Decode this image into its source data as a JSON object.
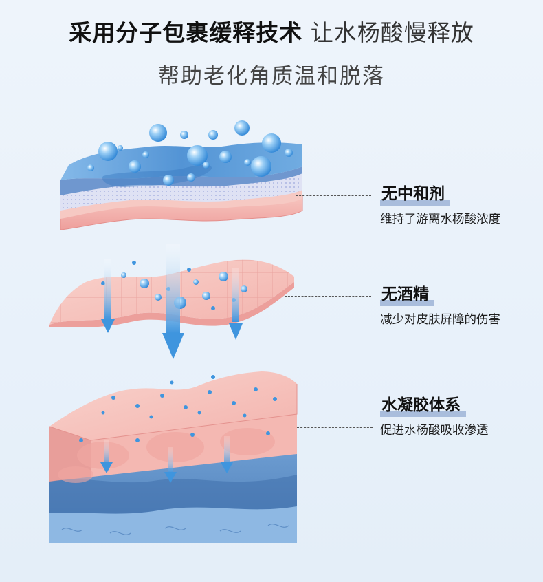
{
  "header": {
    "line1_bold": "采用分子包裹缓释技术",
    "line1_light": "让水杨酸慢释放",
    "line2": "帮助老化角质温和脱落"
  },
  "features": [
    {
      "title": "无中和剂",
      "desc": "维持了游离水杨酸浓度"
    },
    {
      "title": "无酒精",
      "desc": "减少对皮肤屏障的伤害"
    },
    {
      "title": "水凝胶体系",
      "desc": "促进水杨酸吸收渗透"
    }
  ],
  "colors": {
    "blue_gel": "#4f93d4",
    "skin_pink": "#f3b3b0",
    "dermis_blue": "#5d8fc4",
    "arrow_blue": "#3f95de",
    "underline": "#a9bddc"
  }
}
